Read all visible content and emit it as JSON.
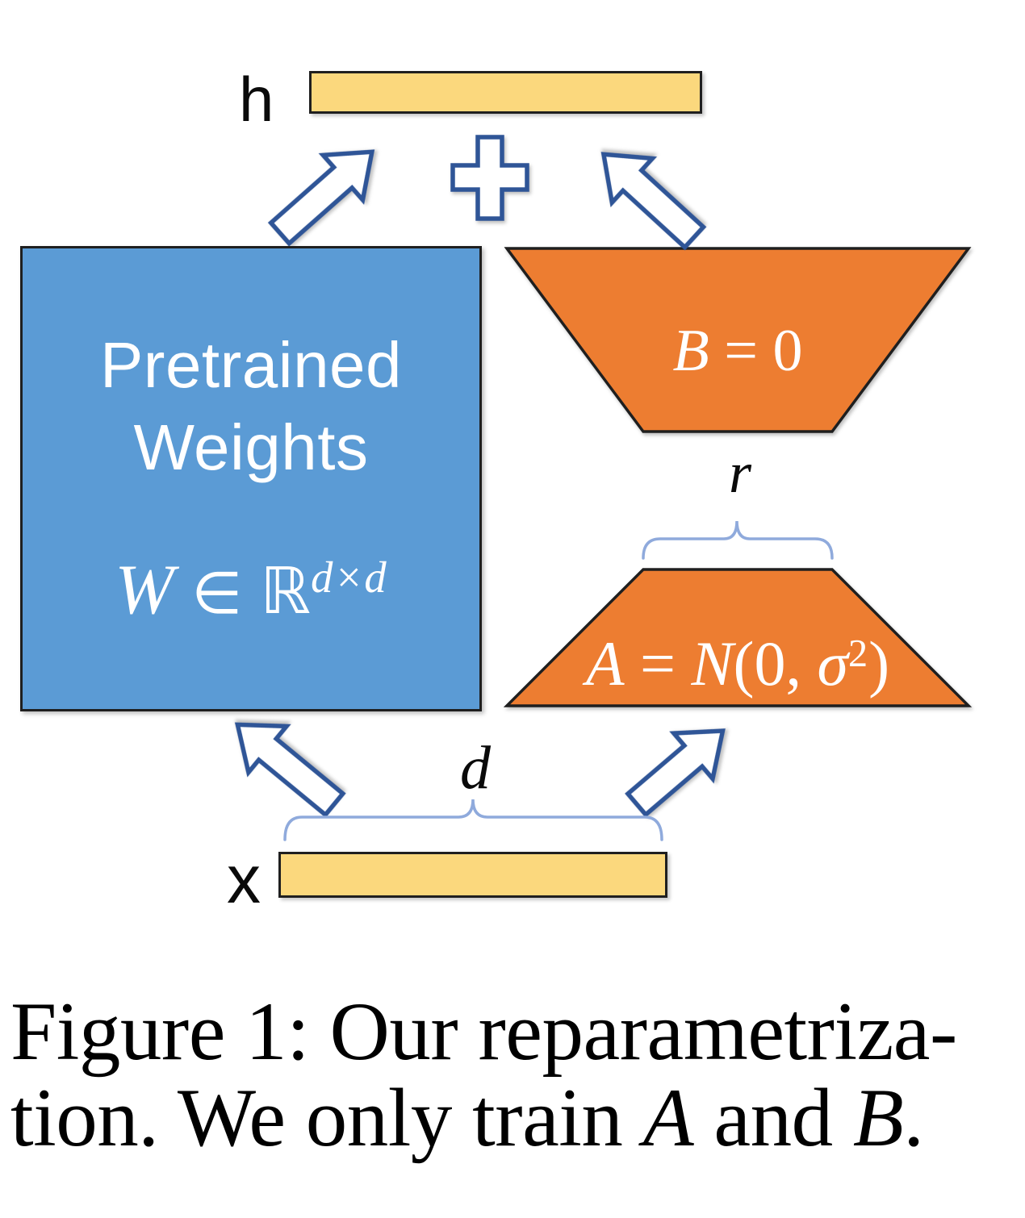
{
  "colors": {
    "bar_fill": "#FBD87D",
    "pretrained_box_fill": "#5B9BD5",
    "trapezoid_fill": "#ED7D31",
    "arrow_outline": "#2F5597",
    "brace_color": "#8FAADC",
    "border_color": "#1F1F1F",
    "text_on_fill": "#FFFFFF",
    "text_color": "#000000"
  },
  "icons": {
    "combine": "plus-icon",
    "flow": "block-arrow-icon"
  },
  "labels": {
    "output_vector": "h",
    "input_vector": "x",
    "rank_dim": "r",
    "model_dim": "d"
  },
  "pretrained_box": {
    "title_line1": "Pretrained",
    "title_line2": "Weights",
    "formula": {
      "matrix": "W",
      "element_of": "∈",
      "real_set": "ℝ",
      "superscript": "d×d"
    }
  },
  "matrix_b": {
    "name": "B",
    "relation": " = ",
    "value": "0"
  },
  "matrix_a": {
    "name": "A",
    "relation": " = ",
    "distribution": "N",
    "args_open": "(0, ",
    "sigma": "σ",
    "sigma_exponent": "2",
    "args_close": ")"
  },
  "caption": {
    "line1": "Figure 1: Our reparametriza-",
    "line2": {
      "pre": "tion. We only train ",
      "var_a": "A",
      "mid": " and ",
      "var_b": "B",
      "end": "."
    }
  }
}
